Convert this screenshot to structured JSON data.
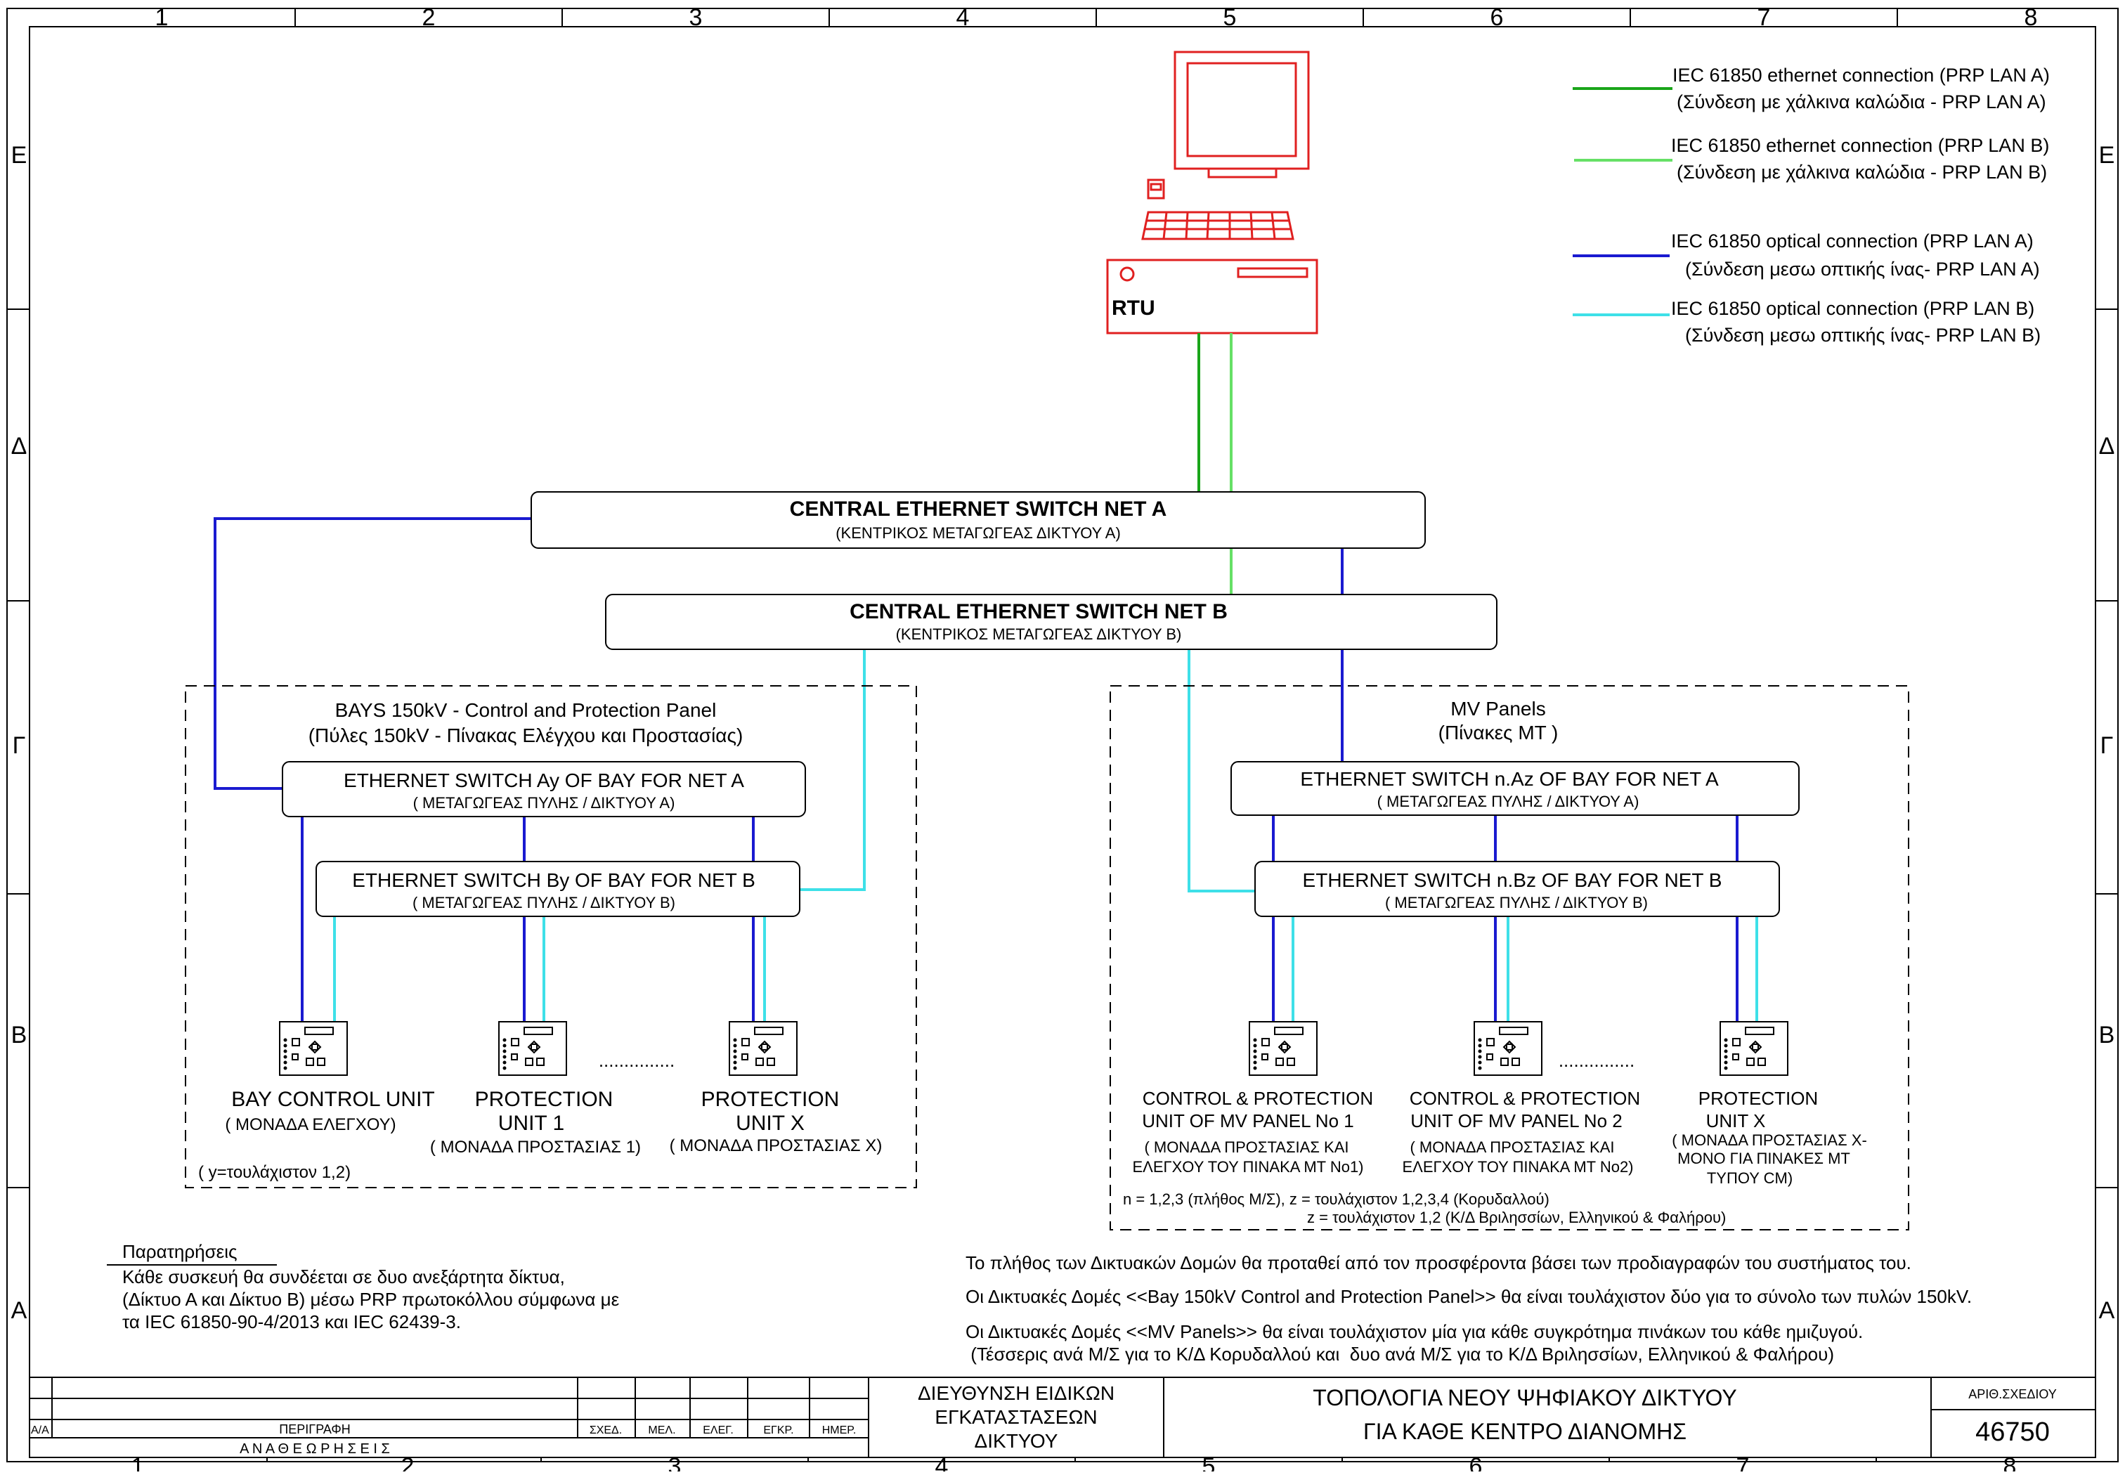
{
  "frame": {
    "columns": [
      "1",
      "2",
      "3",
      "4",
      "5",
      "6",
      "7",
      "8"
    ],
    "rows": [
      "E",
      "Δ",
      "Γ",
      "Β",
      "Α"
    ]
  },
  "colors": {
    "net_a_copper": "#1aa51a",
    "net_b_copper": "#66e066",
    "net_a_optical": "#1a1ad0",
    "net_b_optical": "#3ee0e8",
    "rtu": "#e02020"
  },
  "legend": [
    {
      "line1": "IEC 61850 ethernet connection (PRP LAN A)",
      "line2": "(Σύνδεση με χάλκινα καλώδια - PRP LAN A)",
      "color": "#1aa51a"
    },
    {
      "line1": "IEC 61850 ethernet connection (PRP LAN B)",
      "line2": "(Σύνδεση με χάλκινα καλώδια - PRP LAN B)",
      "color": "#66e066"
    },
    {
      "line1": "IEC 61850 optical connection (PRP LAN A)",
      "line2": "(Σύνδεση μεσω οπτικής ίνας- PRP LAN A)",
      "color": "#1a1ad0"
    },
    {
      "line1": "IEC 61850 optical connection (PRP LAN B)",
      "line2": "(Σύνδεση μεσω οπτικής ίνας- PRP LAN B)",
      "color": "#3ee0e8"
    }
  ],
  "rtu": {
    "label": "RTU"
  },
  "central_a": {
    "title": "CENTRAL  ETHERNET  SWITCH  NET  A",
    "subtitle": "(ΚΕΝΤΡΙΚΟΣ ΜΕΤΑΓΩΓΕΑΣ ΔΙΚΤΥΟΥ Α)"
  },
  "central_b": {
    "title": "CENTRAL  ETHERNET  SWITCH  NET  B",
    "subtitle": "(ΚΕΝΤΡΙΚΟΣ ΜΕΤΑΓΩΓΕΑΣ ΔΙΚΤΥΟΥ Β)"
  },
  "bays": {
    "title1": "BAYS 150kV - Control and Protection Panel",
    "title2": "(Πύλες 150kV - Πίνακας Ελέγχου και Προστασίας)",
    "switch_a": {
      "title": "ETHERNET SWITCH Ay OF BAY FOR NET A",
      "subtitle": "( ΜΕΤΑΓΩΓΕΑΣ ΠΥΛΗΣ / ΔΙΚΤΥΟΥ Α)"
    },
    "switch_b": {
      "title": "ETHERNET SWITCH By OF BAY FOR NET B",
      "subtitle": "( ΜΕΤΑΓΩΓΕΑΣ ΠΥΛΗΣ / ΔΙΚΤΥΟΥ Β)"
    },
    "units": [
      {
        "line1": "BAY CONTROL UNIT",
        "line2": "( ΜΟΝΑΔΑ ΕΛΕΓΧΟΥ)"
      },
      {
        "line1": "PROTECTION",
        "line2": "UNIT 1",
        "line3": "( ΜΟΝΑΔΑ ΠΡΟΣΤΑΣΙΑΣ 1)"
      },
      {
        "line1": "PROTECTION",
        "line2": "UNIT X",
        "line3": "( ΜΟΝΑΔΑ ΠΡΟΣΤΑΣΙΑΣ Χ)"
      }
    ],
    "dots": "...............",
    "note": "( y=τουλάχιστον 1,2)"
  },
  "mv": {
    "title1": "MV Panels",
    "title2": "(Πίνακες ΜΤ )",
    "switch_a": {
      "title": "ETHERNET SWITCH n.Az OF BAY FOR NET A",
      "subtitle": "( ΜΕΤΑΓΩΓΕΑΣ ΠΥΛΗΣ / ΔΙΚΤΥΟΥ Α)"
    },
    "switch_b": {
      "title": "ETHERNET SWITCH n.Bz OF BAY FOR NET B",
      "subtitle": "( ΜΕΤΑΓΩΓΕΑΣ ΠΥΛΗΣ / ΔΙΚΤΥΟΥ Β)"
    },
    "units": [
      {
        "line1": "CONTROL & PROTECTION",
        "line2": "UNIT OF MV PANEL No 1",
        "line3": "( ΜΟΝΑΔΑ ΠΡΟΣΤΑΣΙΑΣ ΚΑΙ",
        "line4": "ΕΛΕΓΧΟΥ ΤΟΥ ΠΙΝΑΚΑ ΜΤ Νο1)"
      },
      {
        "line1": "CONTROL & PROTECTION",
        "line2": "UNIT OF MV PANEL No 2",
        "line3": "( ΜΟΝΑΔΑ ΠΡΟΣΤΑΣΙΑΣ ΚΑΙ",
        "line4": "ΕΛΕΓΧΟΥ ΤΟΥ ΠΙΝΑΚΑ ΜΤ Νο2)"
      },
      {
        "line1": "PROTECTION",
        "line2": "UNIT X",
        "line3": "( ΜΟΝΑΔΑ ΠΡΟΣΤΑΣΙΑΣ Χ-",
        "line4": "ΜΟΝΟ ΓΙΑ ΠΙΝΑΚΕΣ ΜΤ",
        "line5": "ΤΥΠΟΥ CM)"
      }
    ],
    "dots": "...............",
    "note1": "n = 1,2,3 (πλήθος Μ/Σ), z = τουλάχιστον 1,2,3,4 (Κορυδαλλού)",
    "note2": "z = τουλάχιστον 1,2 (Κ/Δ Βριλησσίων, Ελληνικού & Φαλήρου)"
  },
  "remarks": {
    "title": "Παρατηρήσεις",
    "lines": [
      "Κάθε συσκευή θα συνδέεται σε δυο ανεξάρτητα δίκτυα,",
      "(Δίκτυο Α και Δίκτυο Β) μέσω PRP πρωτοκόλλου σύμφωνα με",
      "τα IEC 61850-90-4/2013 και IEC 62439-3."
    ]
  },
  "info_lines": [
    "Το πλήθος των Δικτυακών Δομών θα προταθεί από τον προσφέροντα βάσει των προδιαγραφών του συστήματος του.",
    "Οι Δικτυακές Δομές <<Bay 150kV Control and Protection Panel>> θα είναι τουλάχιστον δύο  για το σύνολο των πυλών 150kV.",
    "Οι Δικτυακές Δομές <<MV Panels>> θα είναι τουλάχιστον μία για κάθε συγκρότημα πινάκων του κάθε ημιζυγού.",
    " (Τέσσερις ανά Μ/Σ για το Κ/Δ Κορυδαλλού και  δυο ανά Μ/Σ για το Κ/Δ Βριλησσίων, Ελληνικού & Φαλήρου)"
  ],
  "title_block": {
    "col_aa": "Α/Α",
    "col_desc": "ΠΕΡΙΓΡΑΦΗ",
    "col_sxed": "ΣΧΕΔ.",
    "col_mel": "ΜΕΛ.",
    "col_eleg": "ΕΛΕΓ.",
    "col_egkr": "ΕΓΚΡ.",
    "col_date": "ΗΜΕΡ.",
    "revisions": "Α Ν Α Θ Ε Ω Ρ Η Σ Ε Ι Σ",
    "dept1": "ΔΙΕΥΘΥΝΣΗ ΕΙΔΙΚΩΝ",
    "dept2": "ΕΓΚΑΤΑΣΤΑΣΕΩΝ",
    "dept3": "ΔΙΚΤΥΟΥ",
    "title1": "ΤΟΠΟΛΟΓΙΑ ΝΕΟΥ ΨΗΦΙΑΚΟΥ ΔΙΚΤΥΟΥ",
    "title2": "ΓΙΑ ΚΑΘΕ ΚΕΝΤΡΟ ΔΙΑΝΟΜΗΣ",
    "drawing_no_label": "ΑΡΙΘ.ΣΧΕΔΙΟΥ",
    "drawing_no": "46750"
  }
}
